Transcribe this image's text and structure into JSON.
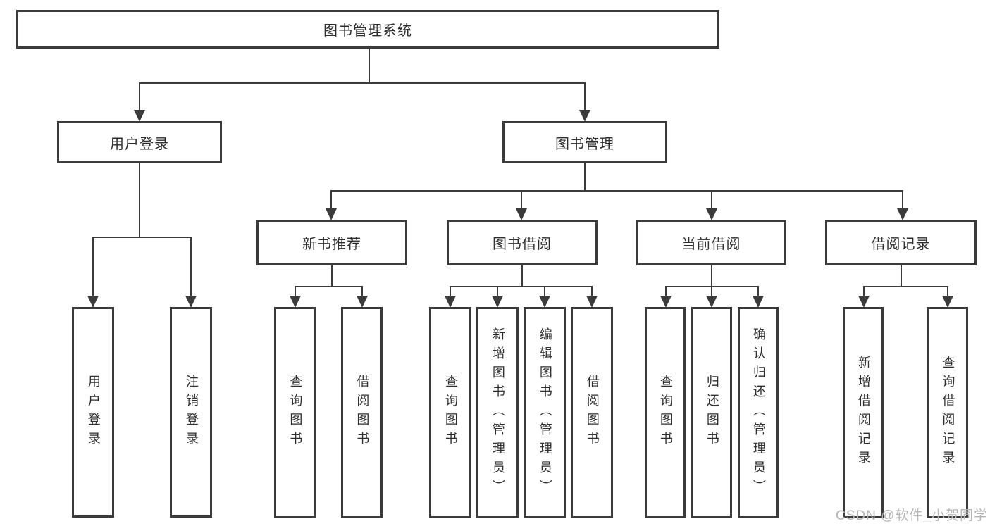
{
  "colors": {
    "line": "#3b3b3b",
    "text": "#2f2f2f",
    "background": "#ffffff",
    "watermark": "#b5b5b5"
  },
  "root": {
    "label": "图书管理系统"
  },
  "branches": [
    {
      "label": "用户登录",
      "children": [
        {
          "label": "用户登录"
        },
        {
          "label": "注销登录"
        }
      ]
    },
    {
      "label": "图书管理",
      "children": [
        {
          "label": "新书推荐",
          "children": [
            {
              "label": "查询图书"
            },
            {
              "label": "借阅图书"
            }
          ]
        },
        {
          "label": "图书借阅",
          "children": [
            {
              "label": "查询图书"
            },
            {
              "label": "新增图书（管理员）"
            },
            {
              "label": "编辑图书（管理员）"
            },
            {
              "label": "借阅图书"
            }
          ]
        },
        {
          "label": "当前借阅",
          "children": [
            {
              "label": "查询图书"
            },
            {
              "label": "归还图书"
            },
            {
              "label": "确认归还（管理员）"
            }
          ]
        },
        {
          "label": "借阅记录",
          "children": [
            {
              "label": "新增借阅记录"
            },
            {
              "label": "查询借阅记录"
            }
          ]
        }
      ]
    }
  ],
  "watermark": {
    "text": "CSDN @软件_小贺同学"
  }
}
